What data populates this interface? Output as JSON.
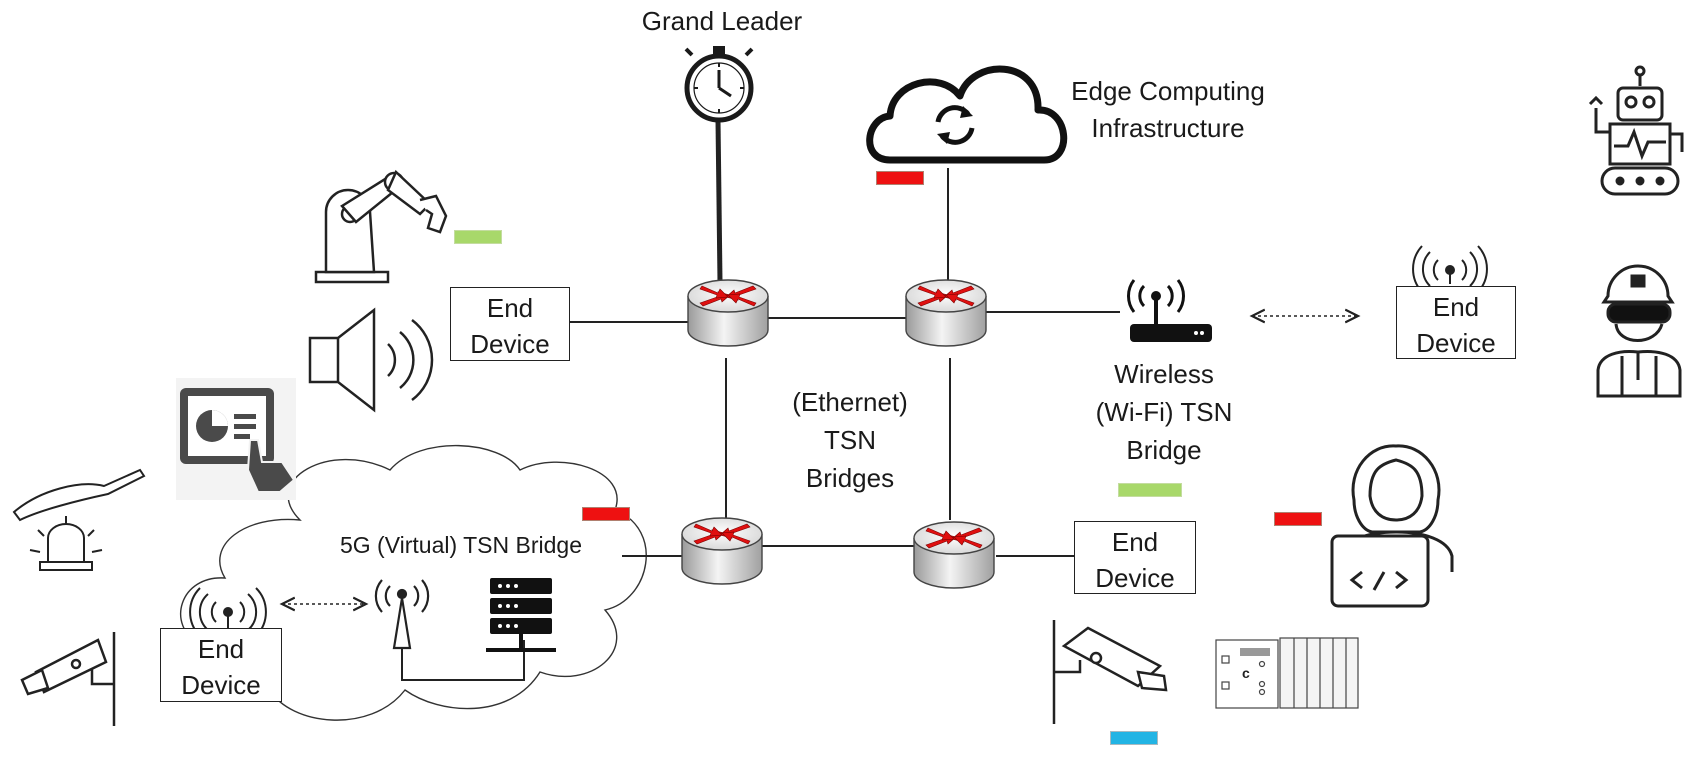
{
  "labels": {
    "grand_leader": "Grand Leader",
    "edge_line1": "Edge Computing",
    "edge_line2": "Infrastructure",
    "ethernet_line1": "(Ethernet)",
    "ethernet_line2": "TSN",
    "ethernet_line3": "Bridges",
    "wireless_line1": "Wireless",
    "wireless_line2": "(Wi-Fi) TSN",
    "wireless_line3": "Bridge",
    "fiveg": "5G (Virtual) TSN Bridge"
  },
  "end_devices": [
    {
      "line1": "End",
      "line2": "Device"
    },
    {
      "line1": "End",
      "line2": "Device"
    },
    {
      "line1": "End",
      "line2": "Device"
    },
    {
      "line1": "End",
      "line2": "Device"
    }
  ],
  "flow_markers": [
    {
      "id": "robot-arm",
      "color": "#a8d86a"
    },
    {
      "id": "edge-cloud",
      "color": "#ee1111"
    },
    {
      "id": "fiveg-bridge",
      "color": "#ee1111"
    },
    {
      "id": "wireless",
      "color": "#a8d86a"
    },
    {
      "id": "operator",
      "color": "#ee1111"
    },
    {
      "id": "camera-plc",
      "color": "#22b4e4"
    }
  ]
}
